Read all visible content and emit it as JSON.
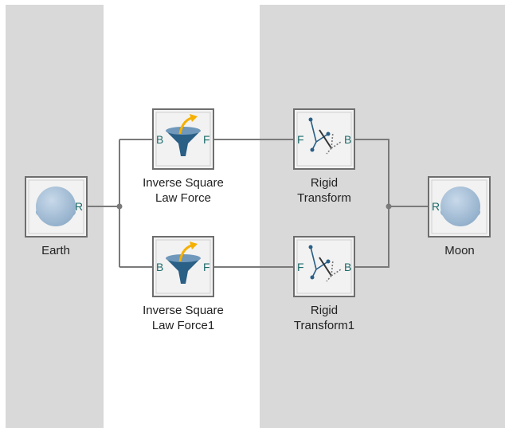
{
  "colors": {
    "region_gray": "#d9d9d9",
    "block_border": "#6e6e6e",
    "block_inner": "#f2f2f2",
    "wire": "#7a7a7a",
    "port_text": "#1b6a6a",
    "sphere": "#a9c1d9",
    "funnel": "#2a5f86",
    "arrow": "#f5b000"
  },
  "blocks": {
    "earth": {
      "label": "Earth",
      "ports": {
        "r": "R"
      },
      "icon": "sphere-icon"
    },
    "moon": {
      "label": "Moon",
      "ports": {
        "r": "R"
      },
      "icon": "sphere-icon"
    },
    "isl_force": {
      "label_line1": "Inverse Square",
      "label_line2": "Law Force",
      "ports": {
        "b": "B",
        "f": "F"
      },
      "icon": "funnel-force-icon"
    },
    "isl_force1": {
      "label_line1": "Inverse Square",
      "label_line2": "Law Force1",
      "ports": {
        "b": "B",
        "f": "F"
      },
      "icon": "funnel-force-icon"
    },
    "rigid_transform": {
      "label_line1": "Rigid",
      "label_line2": "Transform",
      "ports": {
        "f": "F",
        "b": "B"
      },
      "icon": "frame-axes-icon"
    },
    "rigid_transform1": {
      "label_line1": "Rigid",
      "label_line2": "Transform1",
      "ports": {
        "f": "F",
        "b": "B"
      },
      "icon": "frame-axes-icon"
    }
  }
}
